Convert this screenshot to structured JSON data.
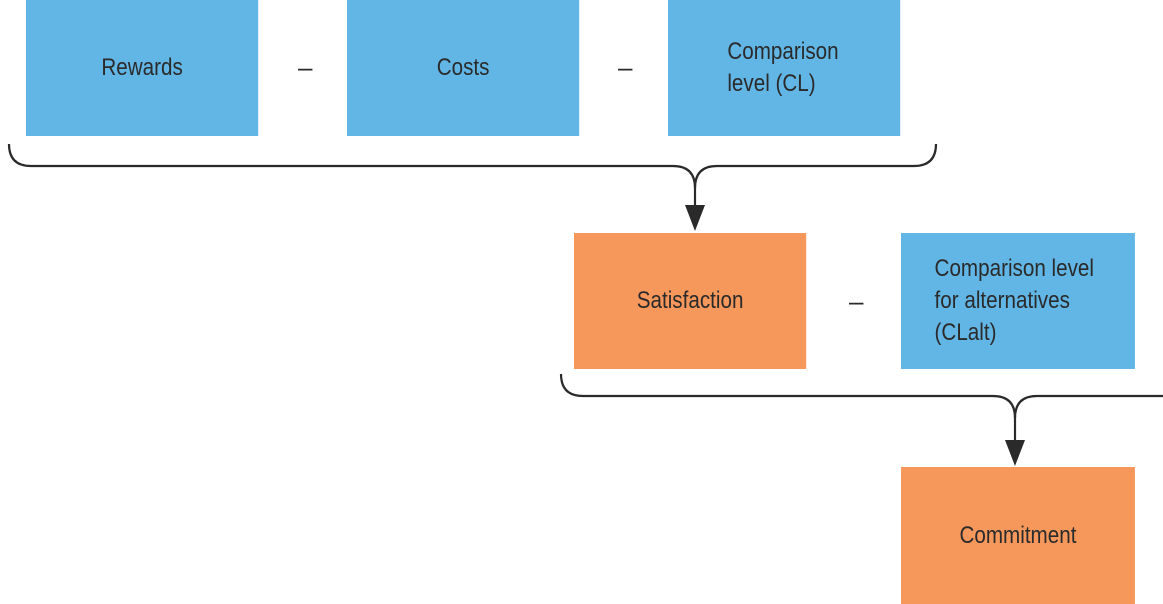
{
  "colors": {
    "input_box": "#62b6e6",
    "outcome_box": "#f6985c",
    "connector": "#2a2a2a",
    "text": "#2a2a2a"
  },
  "diagram": {
    "row1": {
      "rewards": "Rewards",
      "op1": "–",
      "costs": "Costs",
      "op2": "–",
      "comparison_level": "Comparison\nlevel (CL)"
    },
    "row2": {
      "satisfaction": "Satisfaction",
      "op": "–",
      "comparison_alternatives": "Comparison level\nfor alternatives\n(CLalt)"
    },
    "row3": {
      "commitment": "Commitment"
    }
  }
}
